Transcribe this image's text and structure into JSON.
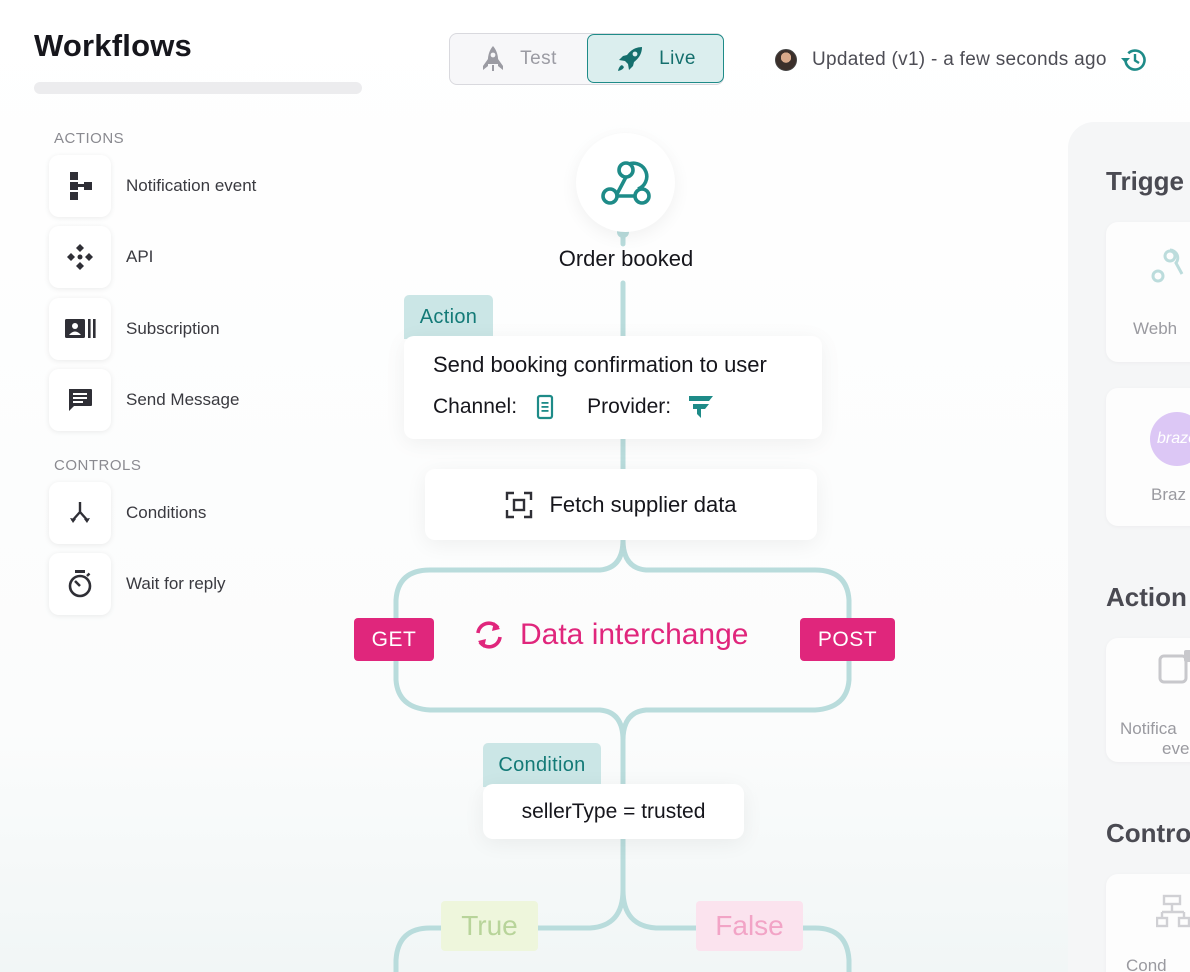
{
  "app": {
    "title": "Workflows"
  },
  "sidebar": {
    "actions_label": "ACTIONS",
    "actions": [
      {
        "label": "Notification event",
        "icon": "notification-event-icon"
      },
      {
        "label": "API",
        "icon": "api-icon"
      },
      {
        "label": "Subscription",
        "icon": "subscription-icon"
      },
      {
        "label": "Send Message",
        "icon": "message-icon"
      }
    ],
    "controls_label": "CONTROLS",
    "controls": [
      {
        "label": "Conditions",
        "icon": "conditions-icon"
      },
      {
        "label": "Wait for reply",
        "icon": "timer-icon"
      }
    ]
  },
  "mode_toggle": {
    "test_label": "Test",
    "live_label": "Live",
    "selected": "Live"
  },
  "status": {
    "updated_text": "Updated (v1) - a few seconds ago"
  },
  "flow": {
    "trigger": {
      "label": "Order booked",
      "icon": "webhook-icon"
    },
    "action_tag": "Action",
    "action": {
      "title": "Send booking confirmation to user",
      "channel_label": "Channel:",
      "provider_label": "Provider:"
    },
    "fetch": {
      "label": "Fetch supplier data"
    },
    "interchange": {
      "label": "Data interchange",
      "left_method": "GET",
      "right_method": "POST"
    },
    "condition_tag": "Condition",
    "condition": {
      "expression": "sellerType = trusted"
    },
    "branches": {
      "true_label": "True",
      "false_label": "False"
    }
  },
  "right_panel": {
    "triggers_heading": "Trigge",
    "triggers": [
      {
        "label": "Webh"
      },
      {
        "label": "Braz"
      }
    ],
    "actions_heading": "Action",
    "actions": [
      {
        "label_line1": "Notifica",
        "label_line2": "eve"
      }
    ],
    "controls_heading": "Contro",
    "controls": [
      {
        "label": "Cond"
      }
    ]
  },
  "colors": {
    "accent_teal": "#1e8b88",
    "connector": "#b9dcdc",
    "interchange_pink": "#e0267c",
    "true_green": "#eef6dc",
    "false_pink": "#fbe3ee"
  }
}
